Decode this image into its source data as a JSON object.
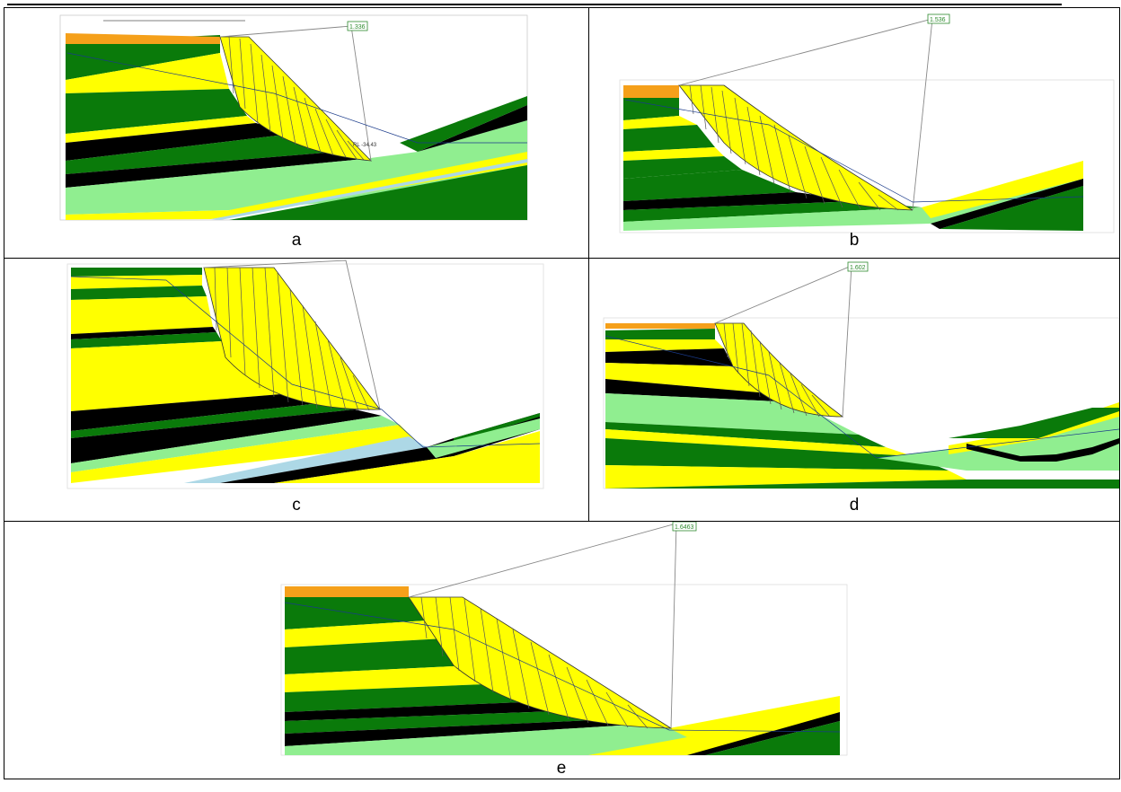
{
  "figure": {
    "panels": [
      {
        "id": "a",
        "caption": "a",
        "fos": "1.336",
        "extra_label": "RL -34.43"
      },
      {
        "id": "b",
        "caption": "b",
        "fos": "1.536"
      },
      {
        "id": "c",
        "caption": "c"
      },
      {
        "id": "d",
        "caption": "d",
        "fos": "1.602"
      },
      {
        "id": "e",
        "caption": "e",
        "fos": "1.6463"
      }
    ]
  },
  "colors": {
    "dark_green": "#0a7a0a",
    "yellow": "#ffff00",
    "light_green": "#90ee90",
    "black": "#000000",
    "orange": "#f5a01a",
    "light_blue": "#add8e6",
    "slice_line": "#555555",
    "slip_line": "#888888",
    "label_green": "#2e8b2e"
  }
}
